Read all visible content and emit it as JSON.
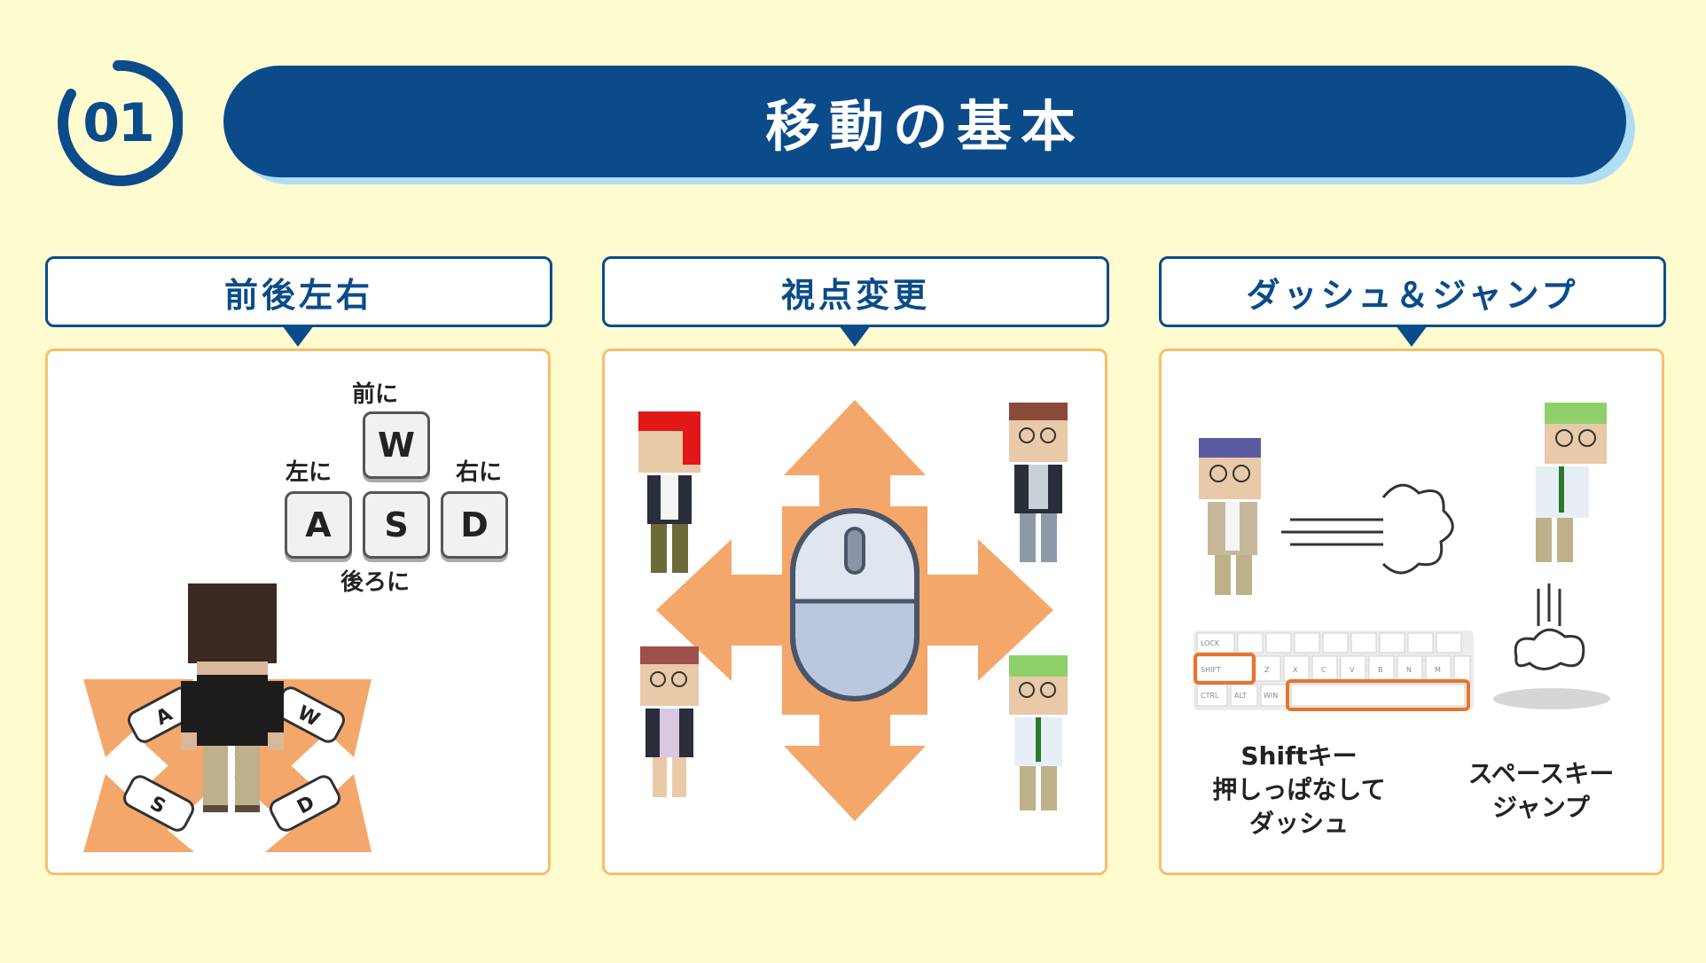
{
  "header": {
    "number": "01",
    "title": "移動の基本"
  },
  "colors": {
    "background": "#fefccf",
    "navy": "#0b4b8a",
    "light_blue": "#aeddf6",
    "orange": "#f4a76a",
    "panel_border": "#f9be6a"
  },
  "panels": [
    {
      "title": "前後左右",
      "keys": {
        "w": "W",
        "a": "A",
        "s": "S",
        "d": "D"
      },
      "labels": {
        "forward": "前に",
        "left": "左に",
        "right": "右に",
        "back": "後ろに"
      },
      "floor_keys": {
        "a": "A",
        "w": "W",
        "s": "S",
        "d": "D"
      }
    },
    {
      "title": "視点変更"
    },
    {
      "title": "ダッシュ＆ジャンプ",
      "keyboard": {
        "shift": "SHIFT",
        "lock": "LOCK",
        "ctrl": "CTRL",
        "alt": "ALT",
        "win": "WIN",
        "letters": [
          "Z",
          "X",
          "C",
          "V",
          "B",
          "N",
          "M"
        ]
      },
      "caption_dash": "Shiftキー\n押しっぱなして\nダッシュ",
      "caption_jump": "スペースキー\nジャンプ"
    }
  ]
}
